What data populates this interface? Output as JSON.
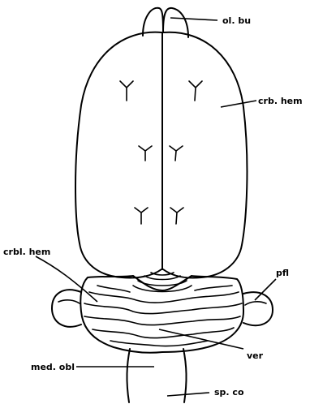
{
  "labels": {
    "ol_bu": "ol. bu",
    "crb_hem": "crb. hem",
    "crbl_hem": "crbl. hem",
    "pfl": "pfl",
    "ver": "ver",
    "med_obl": "med. obl",
    "sp_co": "sp. co"
  }
}
